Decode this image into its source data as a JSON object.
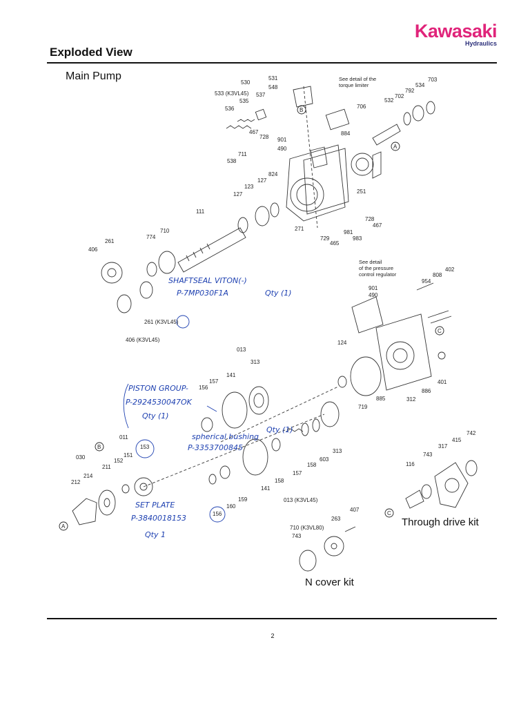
{
  "brand": {
    "name": "Kawasaki",
    "subtitle": "Hydraulics"
  },
  "header": {
    "title": "Exploded View"
  },
  "section": {
    "label": "Main Pump"
  },
  "captions": {
    "through_drive": "Through drive kit",
    "n_cover": "N cover kit"
  },
  "notes": {
    "torque_1": "See detail of the",
    "torque_2": "torque limiter",
    "press_1": "See detail",
    "press_2": "of the pressure",
    "press_3": "control regulator"
  },
  "callouts": {
    "a": "A",
    "b": "B",
    "c": "C"
  },
  "handwritten": {
    "shaft_seal_1": "SHAFTSEAL VITON(-)",
    "shaft_seal_2": "P-7MP030F1A",
    "shaft_seal_qty": "Qty (1)",
    "piston_1": "PISTON GROUP-",
    "piston_2": "P-2924530047OK",
    "piston_qty": "Qty (1)",
    "bushing_1": "spherical bushing",
    "bushing_qty": "Qty (1)",
    "bushing_2": "P-3353700845",
    "set_plate_1": "SET PLATE",
    "set_plate_2": "P-3840018153",
    "set_plate_qty": "Qty 1"
  },
  "part_labels": {
    "p531": "531",
    "p530": "530",
    "p548": "548",
    "p533": "533 (K3VL45)",
    "p537": "537",
    "p535": "535",
    "p536": "536",
    "p467a": "467",
    "p728a": "728",
    "p538": "538",
    "p711": "711",
    "p901a": "901",
    "p490a": "490",
    "p884": "884",
    "p706": "706",
    "p532": "532",
    "p702": "702",
    "p792": "792",
    "p534": "534",
    "p703": "703",
    "p824": "824",
    "p127a": "127",
    "p123": "123",
    "p127b": "127",
    "p251a": "251",
    "p728b": "728",
    "p467b": "467",
    "p111": "111",
    "p271": "271",
    "p981": "981",
    "p983": "983",
    "p729": "729",
    "p465": "465",
    "p710a": "710",
    "p774": "774",
    "p406a": "406",
    "p261a": "261",
    "p261b": "261 (K3VL45)",
    "p406b": "406 (K3VL45)",
    "p901b": "901",
    "p490b": "490",
    "p954": "954",
    "p808": "808",
    "p402": "402",
    "p124": "124",
    "p401": "401",
    "p719": "719",
    "p885": "885",
    "p312": "312",
    "p886": "886",
    "p013a": "013",
    "p313a": "313",
    "p141a": "141",
    "p157a": "157",
    "p156a": "156",
    "p011": "011",
    "p030": "030",
    "p153": "153",
    "p152": "152",
    "p151": "151",
    "p211": "211",
    "p214": "214",
    "p212": "212",
    "p158a": "158",
    "p157b": "157",
    "p158b": "158",
    "p603": "603",
    "p313b": "313",
    "p141b": "141",
    "p160": "160",
    "p159": "159",
    "p156b": "156",
    "p013b": "013 (K3VL45)",
    "p263": "263",
    "p407": "407",
    "p710b": "710 (K3VL80)",
    "p743a": "743",
    "p742": "742",
    "p415": "415",
    "p317": "317",
    "p743b": "743",
    "p116": "116"
  },
  "page_number": "2"
}
